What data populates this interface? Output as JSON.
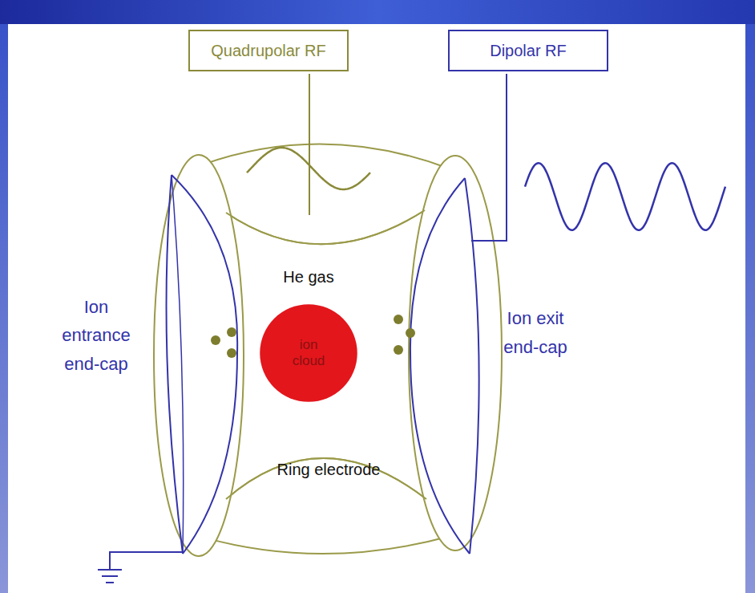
{
  "diagram": {
    "nodes": [
      {
        "text": [
          "Quadrupolar RF"
        ]
      },
      {
        "text": [
          "Dipolar RF"
        ]
      },
      {
        "text": [
          "ion cloud"
        ]
      }
    ],
    "labels": [
      "He gas",
      "Ion entrance end-cap",
      "Ion exit end-cap",
      "Ring electrode"
    ]
  }
}
